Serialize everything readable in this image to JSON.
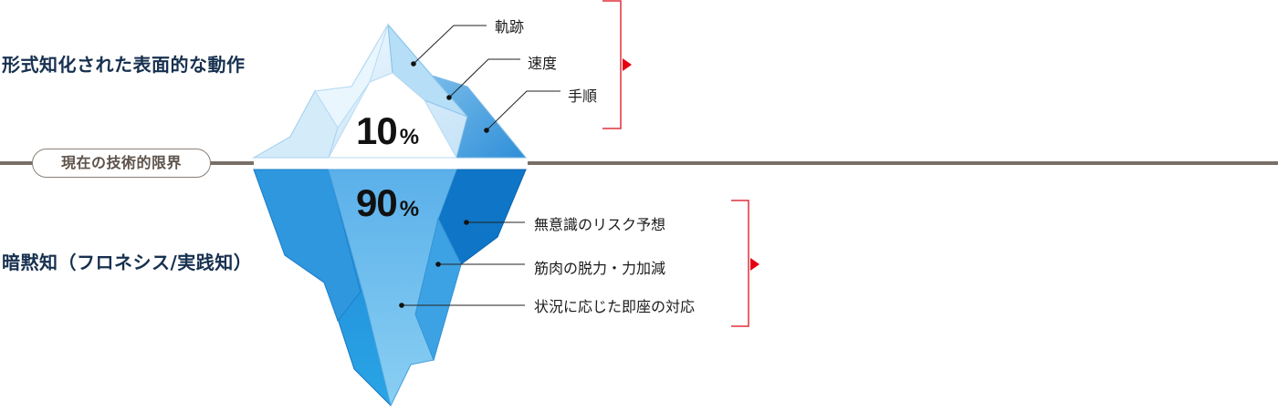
{
  "headings": {
    "above": "形式知化された表面的な動作",
    "below": "暗黙知（フロネシス/実践知）"
  },
  "waterline_label": "現在の技術的限界",
  "above_water": {
    "percent_value": "10",
    "percent_sign": "%",
    "items": [
      "軌跡",
      "速度",
      "手順"
    ]
  },
  "below_water": {
    "percent_value": "90",
    "percent_sign": "%",
    "items": [
      "無意識のリスク予想",
      "筋肉の脱力・力加減",
      "状況に応じた即座の対応"
    ]
  },
  "colors": {
    "heading": "#16304f",
    "waterline": "#7a6f66",
    "bracket": "#e0303a",
    "arrow": "#e60012",
    "ice_light": "#e6f3fc",
    "ice_mid": "#7ec4ee",
    "ice_dark": "#1f82d2"
  }
}
